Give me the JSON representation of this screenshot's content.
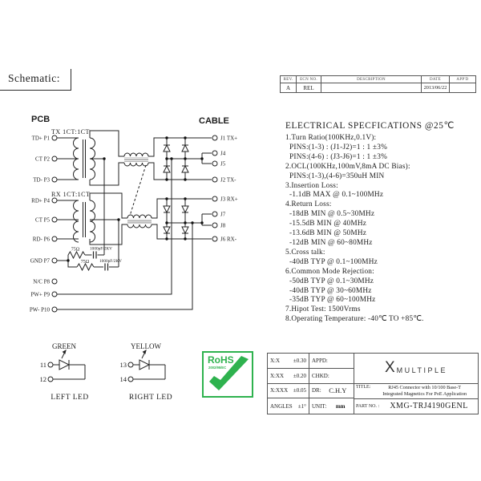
{
  "page": {
    "schematic_label": "Schematic:"
  },
  "rev_table": {
    "headers": [
      "REV.",
      "ECN NO.",
      "DESCRIPTION",
      "DATE",
      "APP'D"
    ],
    "row": {
      "rev": "A",
      "ecn": "REL",
      "description": "",
      "date": "2013/06/22",
      "appd": ""
    }
  },
  "diagram": {
    "pcb_label": "PCB",
    "cable_label": "CABLE",
    "tx_label": "TX 1CT:1CT",
    "rx_label": "RX 1CT:1CT",
    "left_pins": [
      "TD+ P1",
      "CT P2",
      "TD- P3",
      "RD+ P4",
      "CT P5",
      "RD- P6",
      "GND P7",
      "N/C P8",
      "PW+ P9",
      "PW- P10"
    ],
    "right_pins": [
      "J1 TX+",
      "J4",
      "J5",
      "J2 TX-",
      "J3 RX+",
      "J7",
      "J8",
      "J6 RX-"
    ],
    "resistor1_label": "75Ω",
    "capacitor1_label": "1000pF/2KV",
    "resistor2_label": "75Ω",
    "capacitor2_label": "1000pF/2KV"
  },
  "specs": {
    "title": "ELECTRICAL SPECFICATIONS @25℃",
    "lines": [
      "1.Turn Ratio(100KHz,0.1V):",
      "  PINS:(1-3) : (J1-J2)=1 : 1 ±3%",
      "  PINS:(4-6) : (J3-J6)=1 : 1 ±3%",
      "2.OCL(100KHz,100mV,8mA DC Bias):",
      "  PINS:(1-3),(4-6)=350uH MIN",
      "3.Insertion Loss:",
      "  -1.1dB MAX @ 0.1~100MHz",
      "4.Return Loss:",
      "  -18dB MIN @ 0.5~30MHz",
      "  -15.5dB MIN @ 40MHz",
      "  -13.6dB MIN @ 50MHz",
      "  -12dB MIN @ 60~80MHz",
      "5.Cross talk:",
      "  -40dB TYP @ 0.1~100MHz",
      "6.Common Mode Rejection:",
      "  -50dB TYP @ 0.1~30MHz",
      "  -40dB TYP @ 30~60MHz",
      "  -35dB TYP @ 60~100MHz",
      "7.Hipot Test: 1500Vrms",
      "8.Operating Temperature: -40℃ TO +85℃."
    ]
  },
  "leds": {
    "left": {
      "color": "GREEN",
      "pin_top": "11",
      "pin_bottom": "12",
      "caption": "LEFT LED"
    },
    "right": {
      "color": "YELLOW",
      "pin_top": "13",
      "pin_bottom": "14",
      "caption": "RIGHT LED"
    }
  },
  "rohs": {
    "name": "RoHS",
    "directive": "2002/95/EC",
    "color": "#2eb24e"
  },
  "title_block": {
    "tolerances": [
      {
        "label": "X:X",
        "value": "±0.30"
      },
      {
        "label": "X:XX",
        "value": "±0.20"
      },
      {
        "label": "X:XXX",
        "value": "±0.05"
      },
      {
        "label": "ANGLES",
        "value": "±1°"
      }
    ],
    "approvals": [
      {
        "label": "APPD:",
        "value": ""
      },
      {
        "label": "CHKD:",
        "value": ""
      },
      {
        "label": "DR:",
        "value": "C.H.Y"
      },
      {
        "label": "UNIT:",
        "value": "mm"
      }
    ],
    "logo": {
      "x": "X",
      "rest": "MULTIPLE"
    },
    "title_label": "TITLE:",
    "title_line1": "RJ45 Connector with 10/100 Base-T",
    "title_line2": "Integrated Magnetics For PoE Application",
    "part_label": "PART NO. :",
    "part_no": "XMG-TRJ4190GENL"
  }
}
